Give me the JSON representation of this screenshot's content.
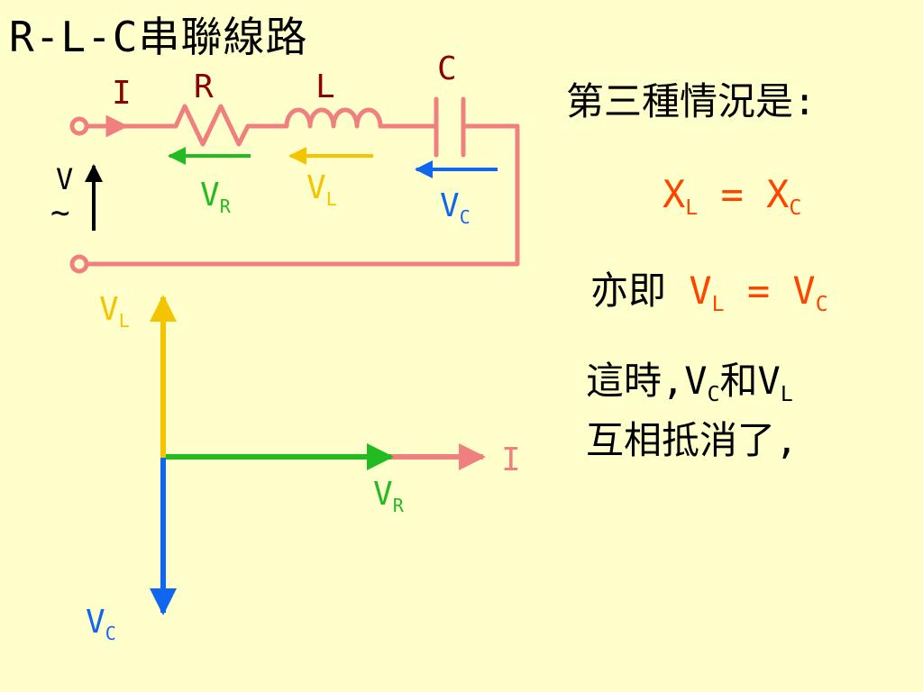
{
  "title": "R-L-C串聯線路",
  "colors": {
    "background": "#ffffcc",
    "wire": "#f08080",
    "component_label": "#8b0000",
    "v_r": "#22bb22",
    "v_l": "#f5c400",
    "v_c": "#1166ee",
    "highlight": "#ff4400"
  },
  "circuit": {
    "current_label": "I",
    "resistor_label": "R",
    "inductor_label": "L",
    "capacitor_label": "C",
    "source_label": "V",
    "source_symbol": "∼",
    "vr": {
      "base": "V",
      "sub": "R"
    },
    "vl": {
      "base": "V",
      "sub": "L"
    },
    "vc": {
      "base": "V",
      "sub": "C"
    }
  },
  "phasor": {
    "vl": {
      "base": "V",
      "sub": "L"
    },
    "vr": {
      "base": "V",
      "sub": "R"
    },
    "vc": {
      "base": "V",
      "sub": "C"
    },
    "current_label": "I"
  },
  "text": {
    "case_heading": "第三種情況是:",
    "eq1": {
      "a_base": "X",
      "a_sub": "L",
      "op": "=",
      "b_base": "X",
      "b_sub": "C"
    },
    "eq2_prefix": "亦即",
    "eq2": {
      "a_base": "V",
      "a_sub": "L",
      "op": "=",
      "b_base": "V",
      "b_sub": "C"
    },
    "note_line1_prefix": "這時,",
    "note_line1_a": {
      "base": "V",
      "sub": "C"
    },
    "note_line1_mid": "和",
    "note_line1_b": {
      "base": "V",
      "sub": "L"
    },
    "note_line2": "互相抵消了,"
  }
}
